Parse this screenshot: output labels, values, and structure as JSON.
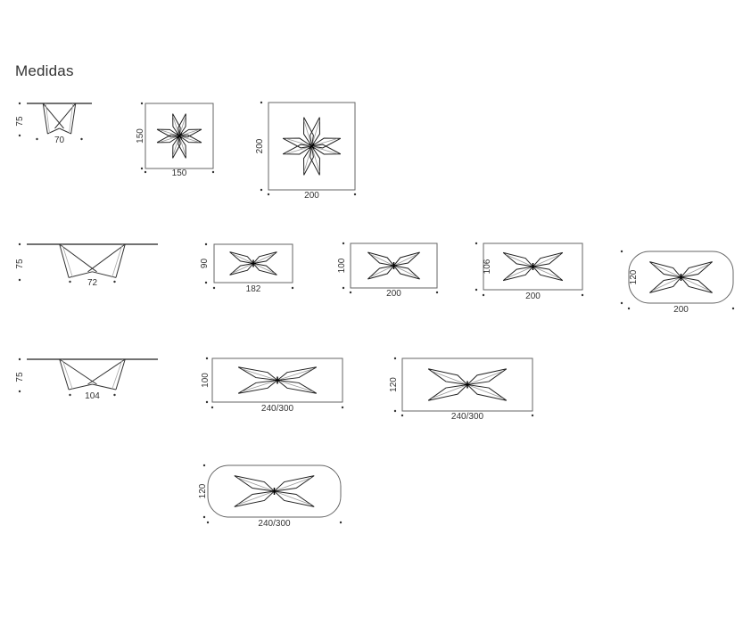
{
  "title": "Medidas",
  "views": [
    {
      "kind": "side",
      "height_label": "75",
      "width_label": "70"
    },
    {
      "kind": "plan-square",
      "height_label": "150",
      "width_label": "150"
    },
    {
      "kind": "plan-square",
      "height_label": "200",
      "width_label": "200"
    },
    {
      "kind": "side",
      "height_label": "75",
      "width_label": "72"
    },
    {
      "kind": "plan-rect",
      "height_label": "90",
      "width_label": "182"
    },
    {
      "kind": "plan-rect",
      "height_label": "100",
      "width_label": "200"
    },
    {
      "kind": "plan-rect",
      "height_label": "106",
      "width_label": "200"
    },
    {
      "kind": "plan-oval",
      "height_label": "120",
      "width_label": "200"
    },
    {
      "kind": "side",
      "height_label": "75",
      "width_label": "104"
    },
    {
      "kind": "plan-rect",
      "height_label": "100",
      "width_label": "240/300"
    },
    {
      "kind": "plan-rect",
      "height_label": "120",
      "width_label": "240/300"
    },
    {
      "kind": "plan-oval",
      "height_label": "120",
      "width_label": "240/300"
    }
  ]
}
